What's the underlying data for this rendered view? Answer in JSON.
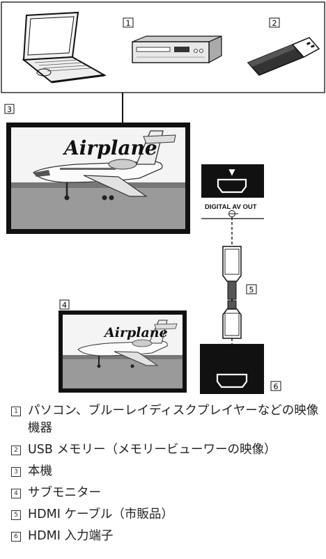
{
  "figure": {
    "callouts": {
      "c1": "1",
      "c2": "2",
      "c3": "3",
      "c4": "4",
      "c5": "5",
      "c6": "6"
    },
    "main_screen_text": "Airplane",
    "sub_screen_text": "Airplane",
    "port_label": "DIGITAL AV OUT",
    "port_marker": "▼",
    "devices": [
      "laptop-icon",
      "bluray-player-icon",
      "usb-dongle-icon",
      "hdmi-cable-icon"
    ]
  },
  "legend": [
    {
      "num": "1",
      "text": "パソコン、ブルーレイディスクプレイヤーなどの映像機器"
    },
    {
      "num": "2",
      "text": "USB メモリー（メモリービューワーの映像）"
    },
    {
      "num": "3",
      "text": "本機"
    },
    {
      "num": "4",
      "text": "サブモニター"
    },
    {
      "num": "5",
      "text": "HDMI ケーブル（市販品）"
    },
    {
      "num": "6",
      "text": "HDMI 入力端子"
    }
  ]
}
